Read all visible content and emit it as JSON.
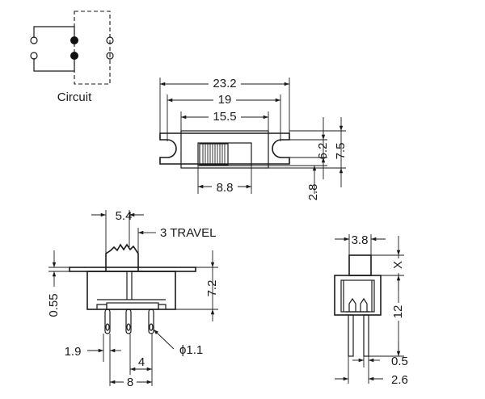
{
  "circuit": {
    "label": "Circuit"
  },
  "top_view": {
    "overall_width": "23.2",
    "mount_hole_pitch": "19",
    "body_width": "15.5",
    "actuator_slot_width": "8.8",
    "slot_height": "6.2",
    "body_height": "7.5",
    "actuator_offset": "2.8"
  },
  "side_view": {
    "actuator_width": "5.4",
    "travel_label": "3 TRAVEL",
    "body_height": "7.2",
    "flange_thickness": "0.55",
    "pin_edge_offset": "1.9",
    "pin_pitch": "4",
    "pin_span": "8",
    "pin_hole_diameter": "ϕ1.1"
  },
  "end_view": {
    "actuator_width": "3.8",
    "actuator_height": "X",
    "body_height": "12",
    "pin_thickness": "0.5",
    "pin_spacing": "2.6"
  }
}
